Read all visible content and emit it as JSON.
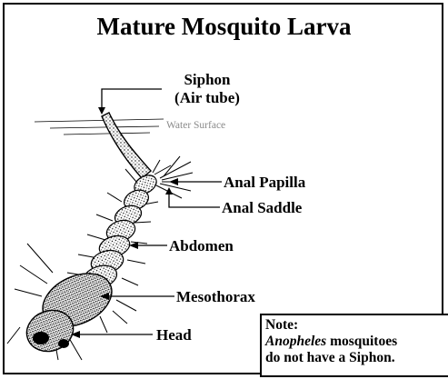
{
  "title": "Mature Mosquito Larva",
  "labels": {
    "siphon_line1": "Siphon",
    "siphon_line2": "(Air tube)",
    "water_surface": "Water Surface",
    "anal_papilla": "Anal Papilla",
    "anal_saddle": "Anal Saddle",
    "abdomen": "Abdomen",
    "mesothorax": "Mesothorax",
    "head": "Head"
  },
  "note": {
    "heading": "Note:",
    "genus": "Anopheles",
    "line2_rest": " mosquitoes",
    "line3": "do not have a Siphon."
  },
  "colors": {
    "ink": "#000000",
    "water_label": "#8a8a8a"
  }
}
